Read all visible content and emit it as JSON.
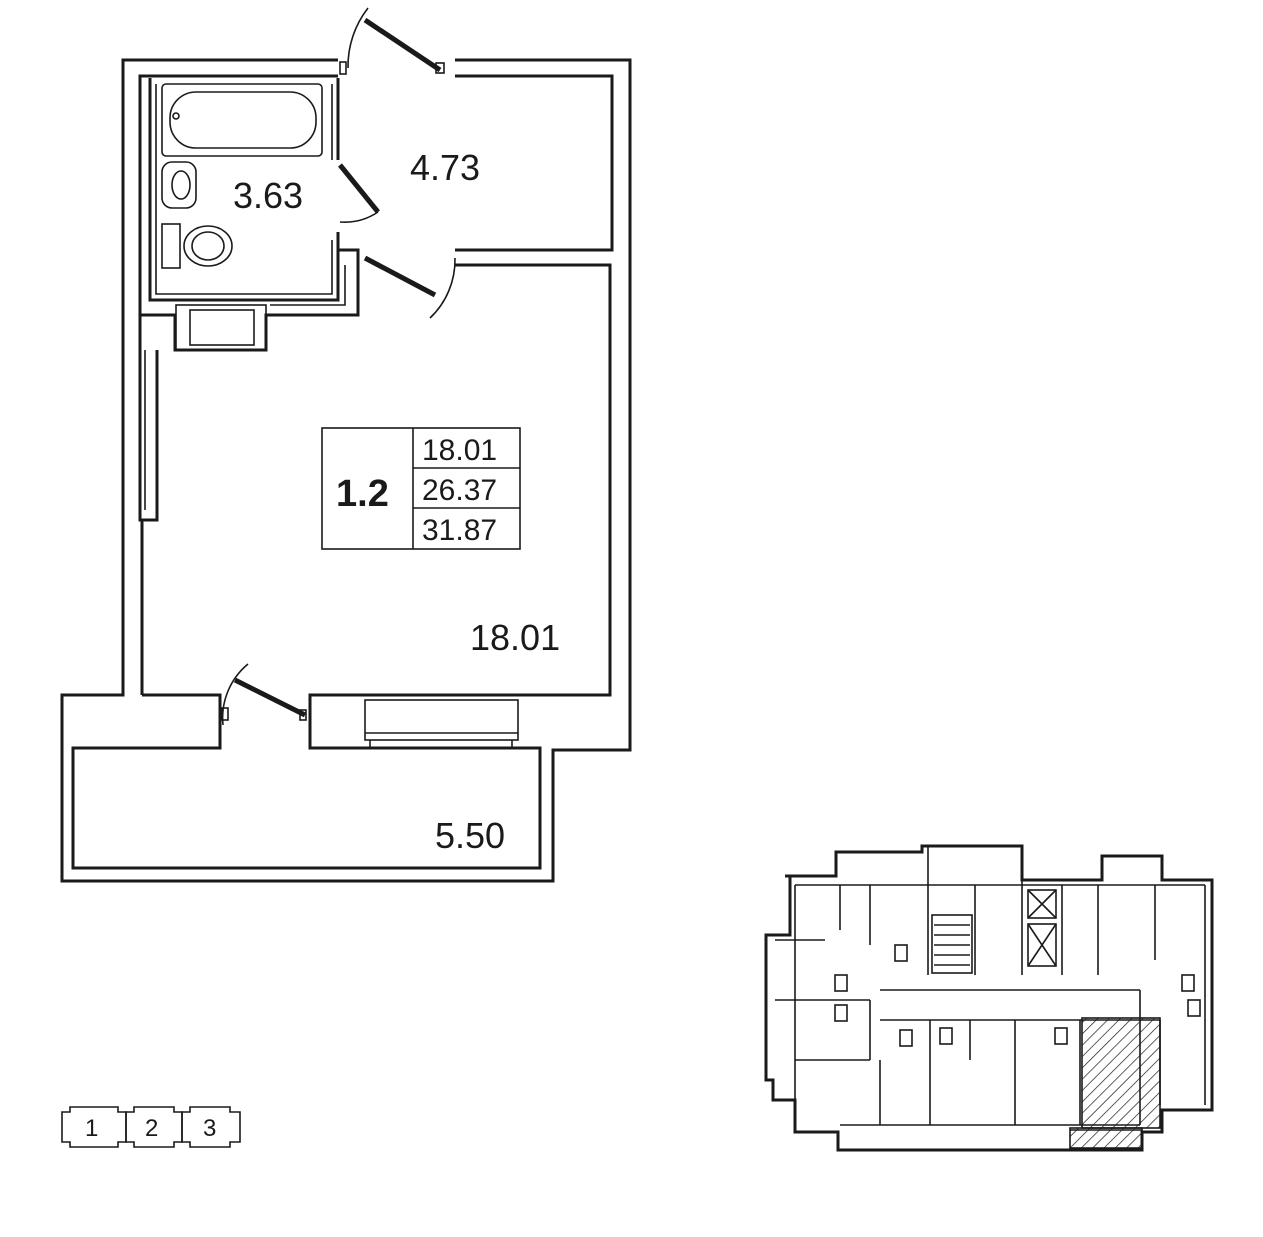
{
  "apartment": {
    "number": "1.2",
    "areas": {
      "living": "18.01",
      "total": "26.37",
      "total_with_balcony": "31.87"
    }
  },
  "rooms": {
    "bathroom": "3.63",
    "hallway": "4.73",
    "living_room": "18.01",
    "balcony": "5.50"
  },
  "sections": [
    "1",
    "2",
    "3"
  ],
  "active_section": "1"
}
